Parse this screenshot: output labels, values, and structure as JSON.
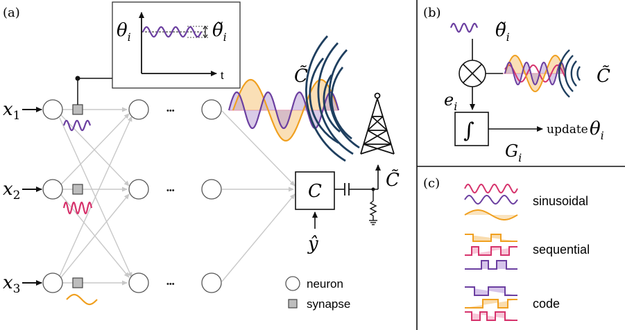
{
  "panels": {
    "a": {
      "label": "(a)"
    },
    "b": {
      "label": "(b)"
    },
    "c": {
      "label": "(c)"
    }
  },
  "panel_a": {
    "inputs": [
      {
        "var": "x",
        "sub": "1"
      },
      {
        "var": "x",
        "sub": "2"
      },
      {
        "var": "x",
        "sub": "3"
      }
    ],
    "ellipsis": "•••",
    "inset": {
      "theta": "θ",
      "theta_sub": "i",
      "theta_tilde": "θ̃",
      "theta_tilde_sub": "i",
      "time_axis": "t"
    },
    "cost_block": "C",
    "target": "ŷ",
    "c_tilde": "C̃",
    "legend": {
      "neuron": "neuron",
      "synapse": "synapse"
    }
  },
  "panel_b": {
    "theta_tilde": "θ̃",
    "theta_tilde_sub": "i",
    "e": "e",
    "e_sub": "i",
    "integrator": "∫",
    "g": "G",
    "g_sub": "i",
    "update_text": "update",
    "update_theta": "θ",
    "update_theta_sub": "i",
    "c_tilde": "C̃"
  },
  "panel_c": {
    "rows": [
      {
        "label": "sinusoidal"
      },
      {
        "label": "sequential"
      },
      {
        "label": "code"
      }
    ]
  },
  "colors": {
    "purple": "#6b3fa0",
    "magenta": "#d6336c",
    "orange": "#f0a020",
    "navy": "#1f3f5f",
    "gray_line": "#c8c8c8"
  }
}
